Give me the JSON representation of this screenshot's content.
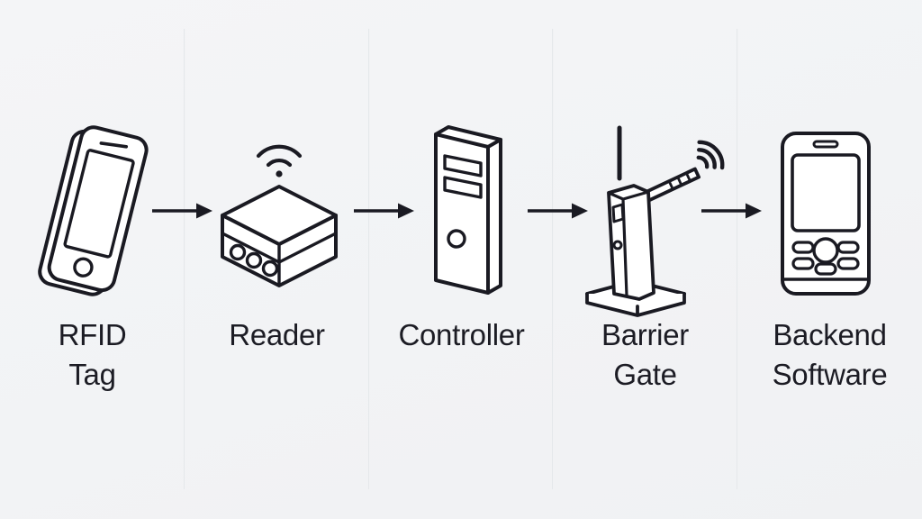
{
  "diagram": {
    "type": "flow",
    "direction": "left-to-right",
    "nodes": [
      {
        "id": "rfid-tag",
        "icon": "smartphone-icon",
        "lines": [
          "RFID",
          "Tag"
        ]
      },
      {
        "id": "reader",
        "icon": "rfid-reader-box-icon",
        "lines": [
          "Reader",
          ""
        ]
      },
      {
        "id": "controller",
        "icon": "controller-tower-icon",
        "lines": [
          "Controller",
          ""
        ]
      },
      {
        "id": "barrier-gate",
        "icon": "barrier-gate-icon",
        "lines": [
          "Barrier",
          "Gate"
        ]
      },
      {
        "id": "backend-software",
        "icon": "mobile-phone-icon",
        "lines": [
          "Backend",
          "Software"
        ]
      }
    ],
    "connections": [
      {
        "from": "rfid-tag",
        "to": "reader"
      },
      {
        "from": "reader",
        "to": "controller"
      },
      {
        "from": "controller",
        "to": "barrier-gate"
      },
      {
        "from": "barrier-gate",
        "to": "backend-software"
      }
    ],
    "colors": {
      "background": "#f2f3f5",
      "stroke": "#1a1a22",
      "divider": "#dfe2e6",
      "text": "#1c1c24",
      "icon-fill": "#ffffff"
    }
  }
}
